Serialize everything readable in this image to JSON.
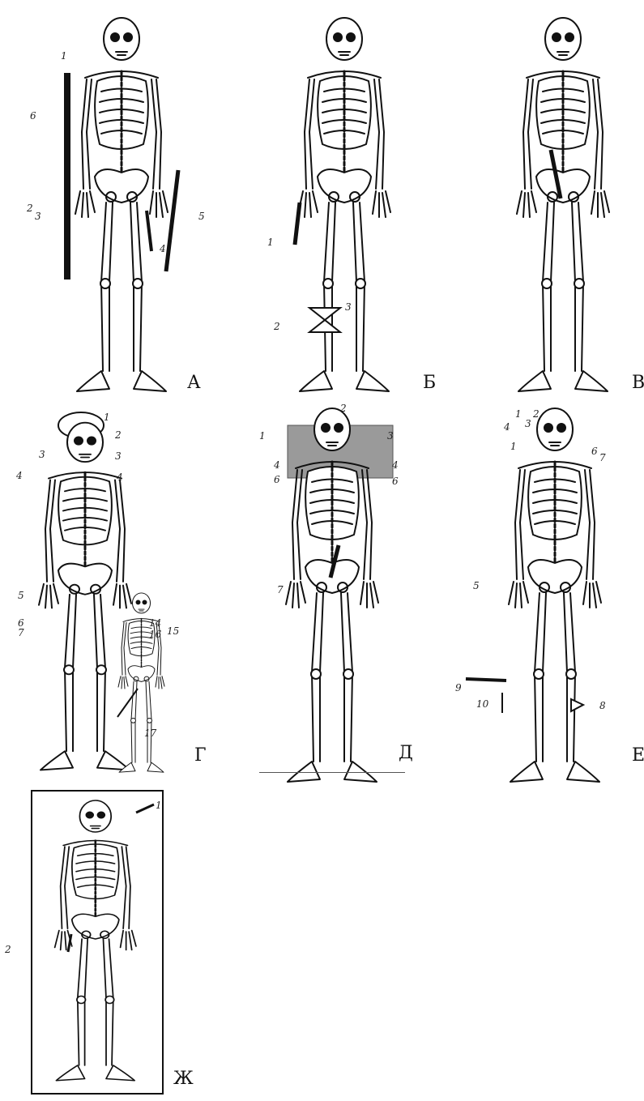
{
  "panels": [
    {
      "id": "A",
      "letter": "А",
      "callouts": [
        "1",
        "6",
        "2",
        "3",
        "4",
        "5"
      ]
    },
    {
      "id": "B",
      "letter": "Б",
      "callouts": [
        "1",
        "2",
        "3"
      ]
    },
    {
      "id": "V",
      "letter": "В",
      "callouts": []
    },
    {
      "id": "G",
      "letter": "Г",
      "callouts": [
        "1",
        "2",
        "3",
        "3",
        "4",
        "4",
        "5",
        "6",
        "7",
        "14",
        "15",
        "16",
        "17"
      ]
    },
    {
      "id": "D",
      "letter": "Д",
      "callouts": [
        "1",
        "2",
        "3",
        "4",
        "4",
        "6",
        "6",
        "7"
      ]
    },
    {
      "id": "E",
      "letter": "Е",
      "callouts": [
        "1",
        "2",
        "3",
        "4",
        "1",
        "6",
        "7",
        "5",
        "8",
        "9",
        "10"
      ]
    },
    {
      "id": "ZH",
      "letter": "Ж",
      "callouts": [
        "1",
        "2"
      ]
    }
  ],
  "colors": {
    "ink": "#111111",
    "paper": "#ffffff",
    "shading": "#9a9a9a"
  }
}
